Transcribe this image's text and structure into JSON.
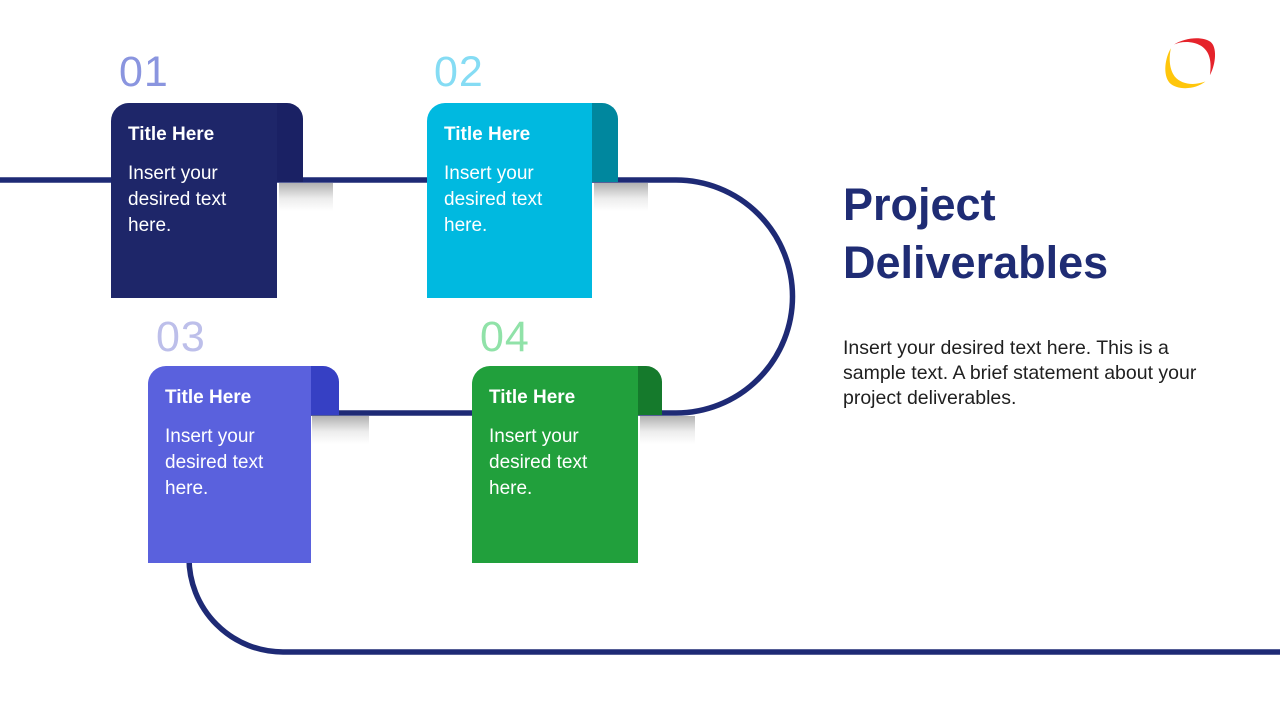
{
  "slide": {
    "title": "Project Deliverables",
    "description": "Insert your desired text here. This is a sample text. A brief statement about your project deliverables."
  },
  "connector": {
    "color": "#1E2A75",
    "stroke_width": "5.5"
  },
  "logo": {
    "red": "#E5232B",
    "yellow": "#FFC60B"
  },
  "cards": [
    {
      "number": "01",
      "number_color": "#8A95DF",
      "title": "Title Here",
      "body": "Insert your desired text here.",
      "color": "#1E2669",
      "tab_color": "#1A2164"
    },
    {
      "number": "02",
      "number_color": "#85DCF4",
      "title": "Title Here",
      "body": "Insert your desired text here.",
      "color": "#00B9E0",
      "tab_color": "#00879E"
    },
    {
      "number": "03",
      "number_color": "#BDBFEA",
      "title": "Title Here",
      "body": "Insert your desired text here.",
      "color": "#5A61DD",
      "tab_color": "#3640C4"
    },
    {
      "number": "04",
      "number_color": "#90E2A8",
      "title": "Title Here",
      "body": "Insert your desired text here.",
      "color": "#21A03C",
      "tab_color": "#157A2C"
    }
  ]
}
